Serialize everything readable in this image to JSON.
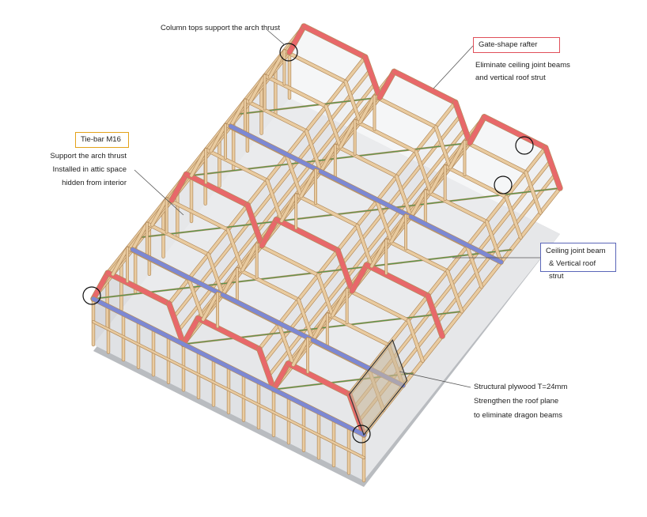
{
  "annotations": {
    "column_tops": "Column tops support the arch thrust",
    "gate_rafter": {
      "title": "Gate-shape rafter",
      "lines": [
        "Eliminate ceiling joint beams",
        "and vertical roof strut"
      ]
    },
    "tie_bar": {
      "title": "Tie-bar M16",
      "lines": [
        "Support the arch thrust",
        "Installed in attic space",
        "hidden from interior"
      ]
    },
    "ceiling_beam": {
      "lines": [
        "Ceiling joint beam",
        "& Vertical roof strut"
      ]
    },
    "plywood": {
      "lines": [
        "Structural plywood T=24mm",
        "Strengthen the roof plane",
        "to eliminate dragon beams"
      ]
    }
  },
  "colors": {
    "wood": "#e9cba0",
    "wood_edge": "#b48d5e",
    "rafter": "#e8686a",
    "ceiling_beam": "#7c88d4",
    "tie_bar_line": "#3a9a4a",
    "gate_box": "#e0505a",
    "tie_box": "#e3a21a",
    "ceiling_box": "#5a66b8"
  }
}
